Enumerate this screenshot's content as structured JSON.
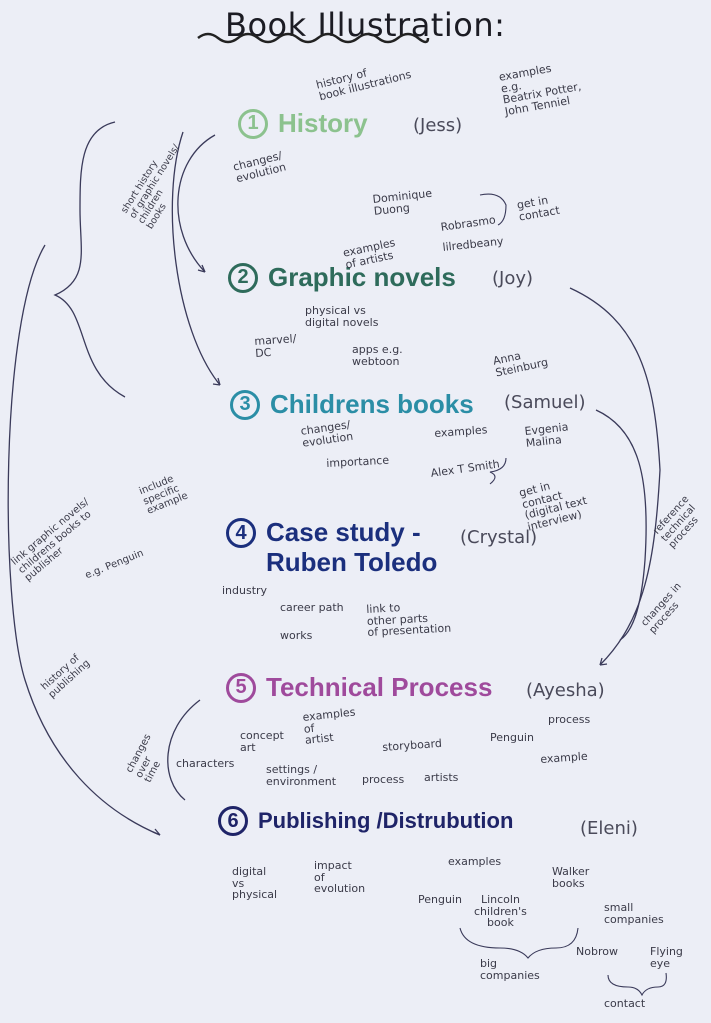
{
  "title": "Book Illustration:",
  "sections": [
    {
      "number": "1",
      "title": "History",
      "owner": "(Jess)",
      "color": "#8cc28e",
      "notes": [
        "history of\nbook illustrations",
        "examples\ne.g.\nBeatrix Potter,\nJohn Tenniel",
        "changes/\nevolution"
      ]
    },
    {
      "number": "2",
      "title": "Graphic novels",
      "owner": "(Joy)",
      "color": "#2e6b5b",
      "notes": [
        "Dominique\nDuong",
        "examples\nof artists",
        "Robrasmo",
        "lilredbeany",
        "get in\ncontact",
        "physical vs\ndigital novels",
        "marvel/\nDC",
        "apps e.g.\nwebtoon"
      ]
    },
    {
      "number": "3",
      "title": "Childrens books",
      "owner": "(Samuel)",
      "color": "#2b8ea6",
      "notes": [
        "Anna\nSteinburg",
        "changes/\nevolution",
        "importance",
        "examples",
        "Evgenia\nMalina",
        "Alex T Smith",
        "get in\ncontact\n(digital text\ninterview)"
      ]
    },
    {
      "number": "4",
      "title": "Case study -\nRuben Toledo",
      "owner": "(Crystal)",
      "color": "#1b2f7d",
      "notes": [
        "industry",
        "career path",
        "works",
        "link to\nother parts\nof presentation"
      ]
    },
    {
      "number": "5",
      "title": "Technical Process",
      "owner": "(Ayesha)",
      "color": "#9f4a9c",
      "notes": [
        "concept\nart",
        "examples\nof\nartist",
        "characters",
        "settings /\nenvironment",
        "storyboard",
        "process",
        "artists",
        "Penguin",
        "process",
        "example"
      ]
    },
    {
      "number": "6",
      "title": "Publishing /Distrubution",
      "owner": "(Eleni)",
      "color": "#1f2468",
      "notes": [
        "digital\nvs\nphysical",
        "impact\nof\nevolution",
        "examples",
        "Penguin",
        "Lincoln\nchildren's\nbook",
        "Walker\nbooks",
        "big\ncompanies",
        "small\ncompanies",
        "Nobrow",
        "Flying\neye",
        "contact"
      ]
    }
  ],
  "side_notes": [
    "short history\nof graphic novels/\nchildren\nbooks",
    "link graphic novels/\nchildrens books to\npublisher",
    "e.g. Penguin",
    "include\nspecific\nexample",
    "history of\npublishing",
    "changes\nover\ntime",
    "reference\ntechnical\nprocess",
    "changes in\nprocess"
  ]
}
